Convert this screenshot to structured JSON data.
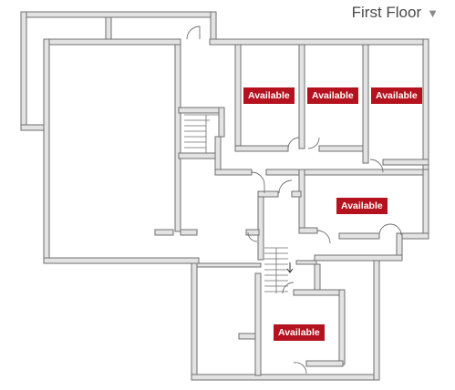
{
  "floor_selector": {
    "label": "First Floor",
    "arrow_icon": "triangle-down-icon"
  },
  "units": [
    {
      "label": "Available"
    },
    {
      "label": "Available"
    },
    {
      "label": "Available"
    },
    {
      "label": "Available"
    },
    {
      "label": "Available"
    }
  ],
  "colors": {
    "wall": "#e3e3e3",
    "wall_outline": "#6f6f6f",
    "badge": "#b3121e"
  }
}
